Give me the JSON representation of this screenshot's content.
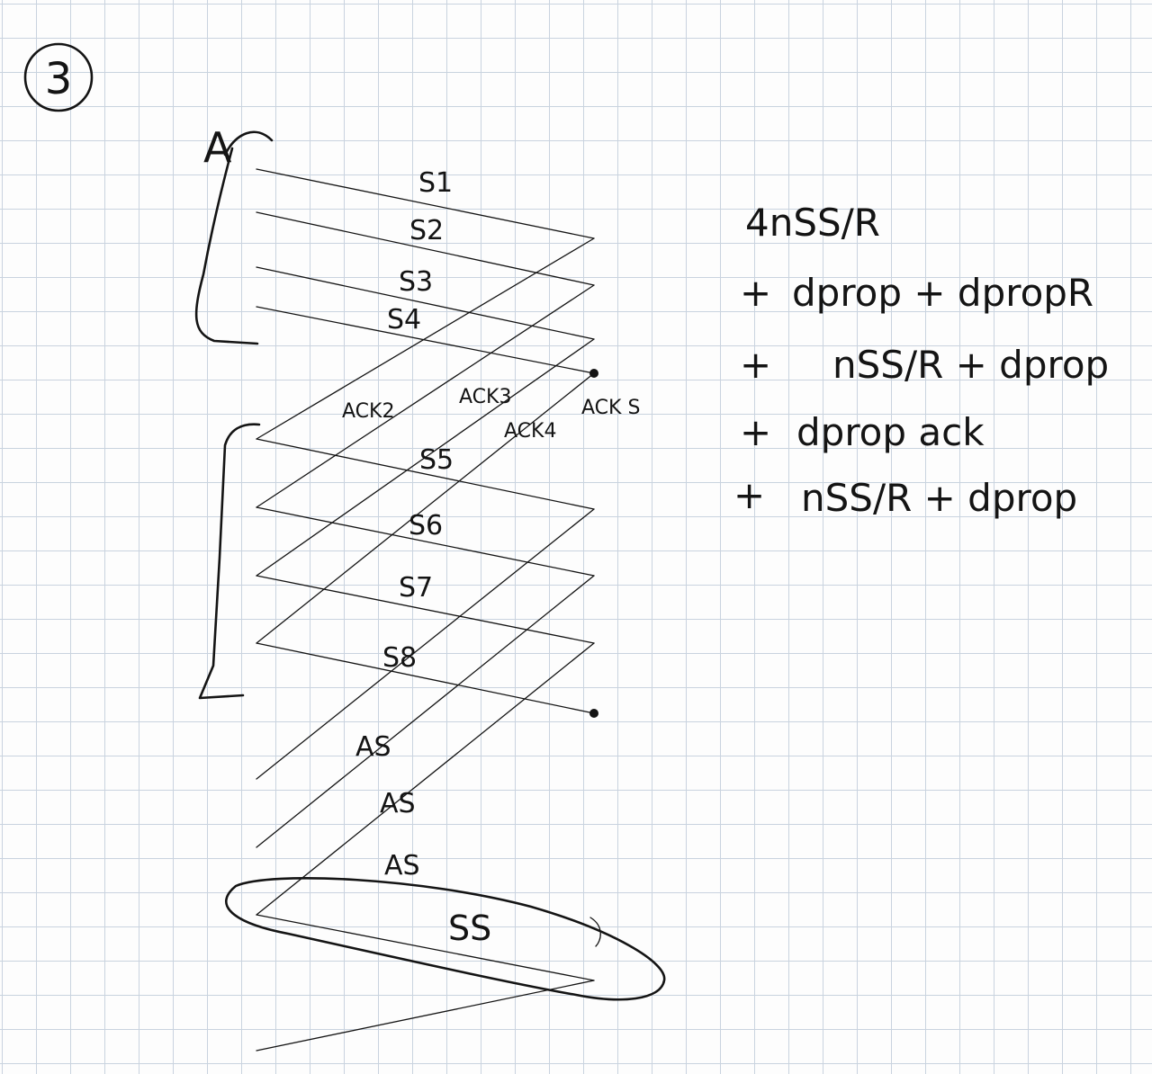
{
  "title_number": "3",
  "bracket_label": "A",
  "segment_labels": [
    "S1",
    "S2",
    "S3",
    "S4",
    "S5",
    "S6",
    "S7",
    "S8"
  ],
  "ack_labels": [
    "ACK2",
    "ACK3",
    "ACK4",
    "ACK S"
  ],
  "as_labels": [
    "AS",
    "AS",
    "AS"
  ],
  "ss_label": "SS",
  "formula": {
    "first": "4nSS/R",
    "lines": [
      {
        "plus": "+",
        "text": "dprop + dpropR"
      },
      {
        "plus": "+",
        "text": "nSS/R + dprop"
      },
      {
        "plus": "+",
        "text": "dprop ack"
      },
      {
        "plus": "+",
        "text": "nSS/R + dprop"
      }
    ]
  }
}
